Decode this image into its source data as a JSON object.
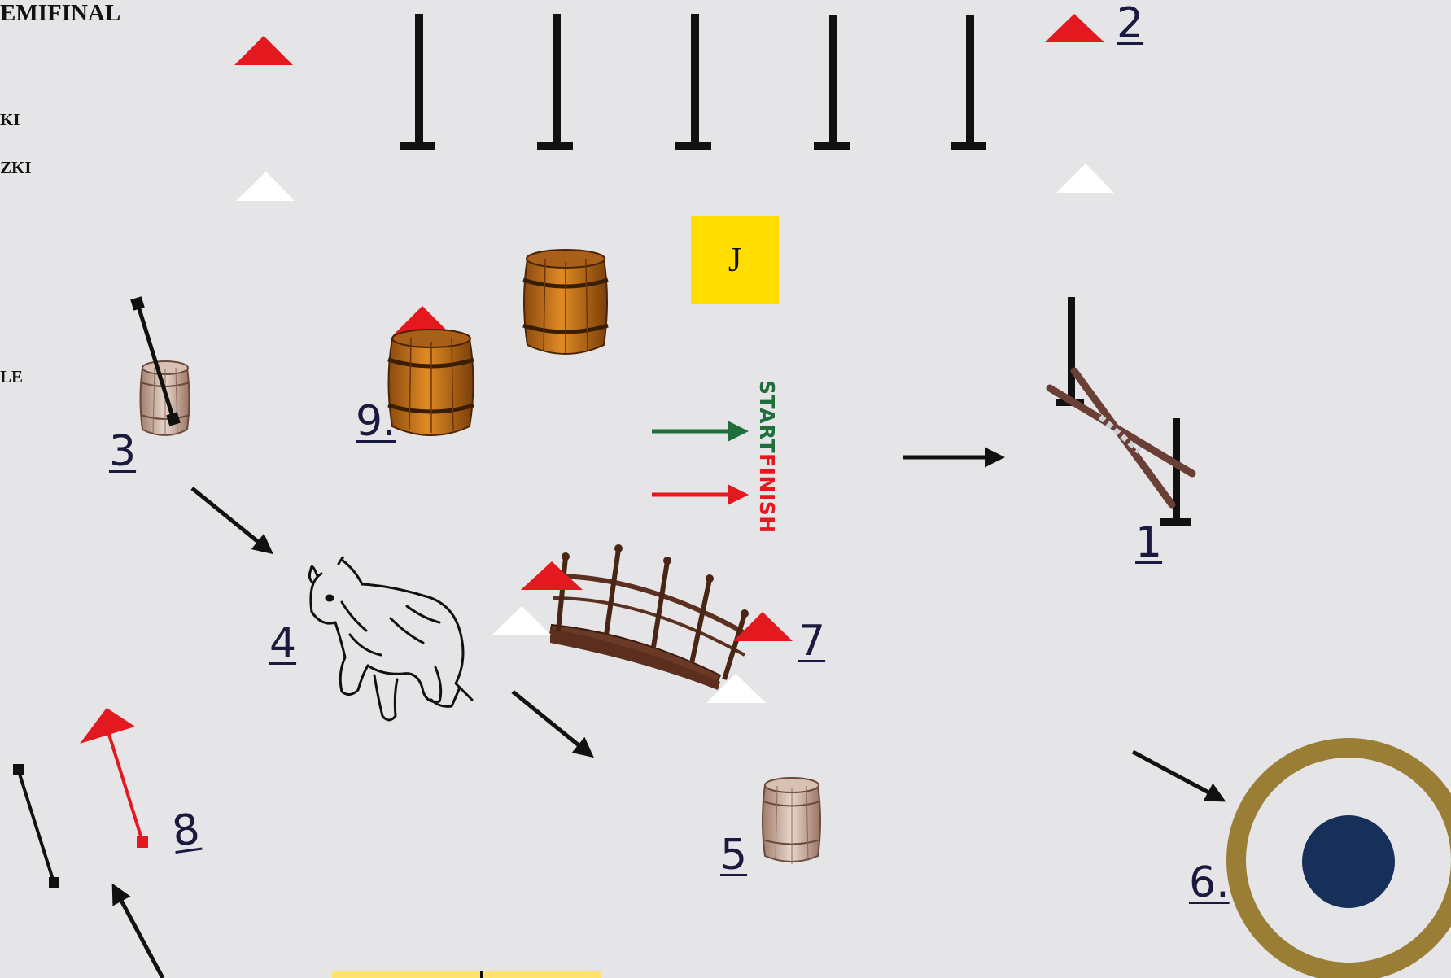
{
  "labels": {
    "semifinal": "EMIFINAL",
    "ki": "KI",
    "zki": "ZKI",
    "le": "LE",
    "judge": "J",
    "start": "START",
    "finish": "FINISH"
  },
  "obstacles": {
    "n1": "1",
    "n2": "2",
    "n3": "3",
    "n4": "4",
    "n5": "5",
    "n6": "6.",
    "n7": "7",
    "n8": "8",
    "n9": "9."
  },
  "colors": {
    "background": "#e5e5e8",
    "flag_red": "#e3191f",
    "flag_white": "#ffffff",
    "judge_box": "#ffdd00",
    "start_green": "#1f6e3c",
    "finish_red": "#e3191f",
    "ring_gold": "#9a7e35",
    "ring_navy": "#16305a"
  }
}
